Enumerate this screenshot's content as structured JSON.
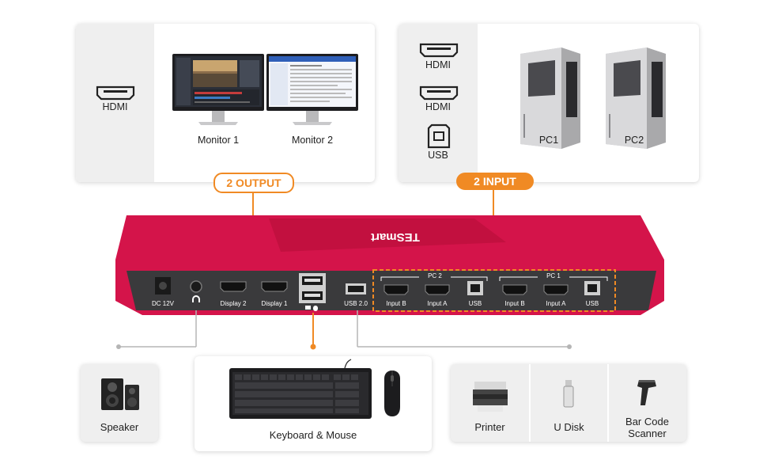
{
  "output_card": {
    "port_label": "HDMI",
    "monitor1_label": "Monitor 1",
    "monitor2_label": "Monitor 2"
  },
  "input_card": {
    "port1_label": "HDMI",
    "port2_label": "HDMI",
    "port3_label": "USB",
    "pc1_label": "PC1",
    "pc2_label": "PC2"
  },
  "badges": {
    "output": "2 OUTPUT",
    "input": "2 INPUT"
  },
  "device": {
    "brand": "TESmart",
    "ports": {
      "dc": "DC 12V",
      "display2": "Display 2",
      "display1": "Display 1",
      "usb20": "USB 2.0",
      "pc2_group": "PC 2",
      "pc1_group": "PC 1",
      "pc2_input_b": "Input B",
      "pc2_input_a": "Input A",
      "pc2_usb": "USB",
      "pc1_input_b": "Input B",
      "pc1_input_a": "Input A",
      "pc1_usb": "USB"
    }
  },
  "peripherals": {
    "speaker": "Speaker",
    "keyboard_mouse": "Keyboard & Mouse",
    "printer": "Printer",
    "udisk": "U Disk",
    "scanner_line1": "Bar Code",
    "scanner_line2": "Scanner"
  },
  "colors": {
    "accent": "#f08a24",
    "device_red": "#d4144a",
    "panel_dark": "#3a3a3c",
    "connector_gray": "#b5b5b5"
  }
}
